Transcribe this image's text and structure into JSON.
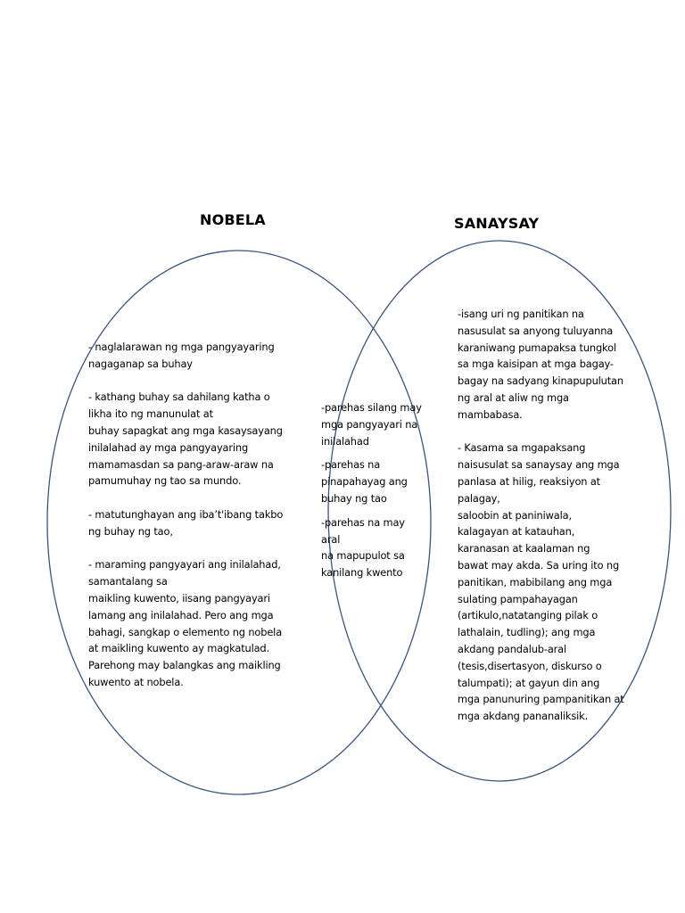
{
  "diagram": {
    "type": "venn",
    "stroke_color": "#3b5480",
    "left": {
      "title": "NOBELA",
      "items": [
        "- naglalarawan ng mga pangyayaring\nnagaganap sa buhay",
        "- kathang buhay sa dahilang katha o\nlikha ito ng manunulat at\nbuhay sapagkat ang mga kasaysayang\ninilalahad ay mga pangyayaring\nmamamasdan sa pang-araw-araw na\npamumuhay ng tao sa mundo.",
        "- matutunghayan ang iba’t'ibang takbo\nng buhay ng tao,",
        "- maraming pangyayari ang inilalahad,\nsamantalang sa\nmaikling kuwento, iisang pangyayari\nlamang ang inilalahad. Pero ang mga\nbahagi, sangkap o elemento ng nobela\nat maikling kuwento ay magkatulad.\nParehong may balangkas ang maikling\nkuwento at nobela."
      ]
    },
    "right": {
      "title": "SANAYSAY",
      "items": [
        "-isang uri ng panitikan na\nnasusulat sa anyong tuluyanna\nkaraniwang pumapaksa tungkol\nsa mga kaisipan at mga bagay-\nbagay na sadyang kinapupulutan\nng aral at aliw ng mga\nmambabasa.",
        "- Kasama sa mgapaksang\nnaisusulat sa sanaysay ang mga\npanlasa at hilig, reaksiyon at\npalagay,\nsaloobin at paniniwala,\nkalagayan at katauhan,\nkaranasan at kaalaman ng\nbawat may akda. Sa uring ito ng\npanitikan, mabibilang ang mga\nsulating pampahayagan\n(artikulo,natatanging pilak o\nlathalain, tudling); ang mga\nakdang pandalub-aral\n(tesis,disertasyon, diskurso o\ntalumpati); at gayun din ang\nmga panunuring pampanitikan at\nmga akdang pananaliksik."
      ]
    },
    "overlap": {
      "items": [
        "-parehas silang may\nmga pangyayari na\ninilalahad",
        "-parehas na\npinapahayag ang\nbuhay ng tao",
        "-parehas na may aral\nna mapupulot sa\nkanilang kwento"
      ]
    }
  }
}
